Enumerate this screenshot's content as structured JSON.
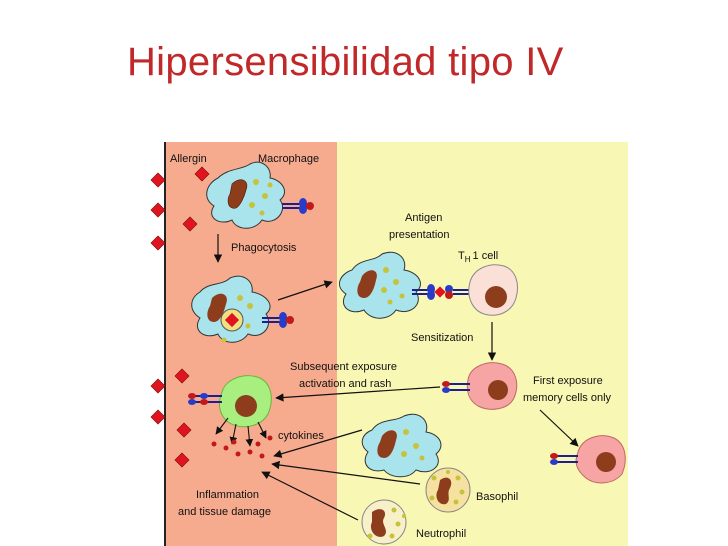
{
  "slide": {
    "title": "Hipersensibilidad tipo IV"
  },
  "diagram": {
    "labels": {
      "allergin": "Allergin",
      "macrophage": "Macrophage",
      "phagocytosis": "Phagocytosis",
      "antigen": "Antigen",
      "presentation": "presentation",
      "th1_t": "T",
      "th1_h": "H",
      "th1_rest": "1 cell",
      "sensitization": "Sensitization",
      "subsequent_line1": "Subsequent exposure",
      "subsequent_line2": "activation and rash",
      "first_line1": "First exposure",
      "first_line2": "memory cells only",
      "cytokines": "cytokines",
      "inflammation_line1": "Inflammation",
      "inflammation_line2": "and tissue damage",
      "basophil": "Basophil",
      "neutrophil": "Neutrophil"
    },
    "colors": {
      "skin_panel": "#f7ab8e",
      "body_panel": "#f8f7b4",
      "macrophage": "#a9e4ec",
      "nucleus": "#8e3d1c",
      "granule": "#c6c23a",
      "allergen": "#e0141e",
      "th1_cell": "#fbe0d8",
      "memory_cell": "#f6a4a4",
      "activated_cell": "#a8ef80",
      "title": "#c0282a"
    }
  }
}
